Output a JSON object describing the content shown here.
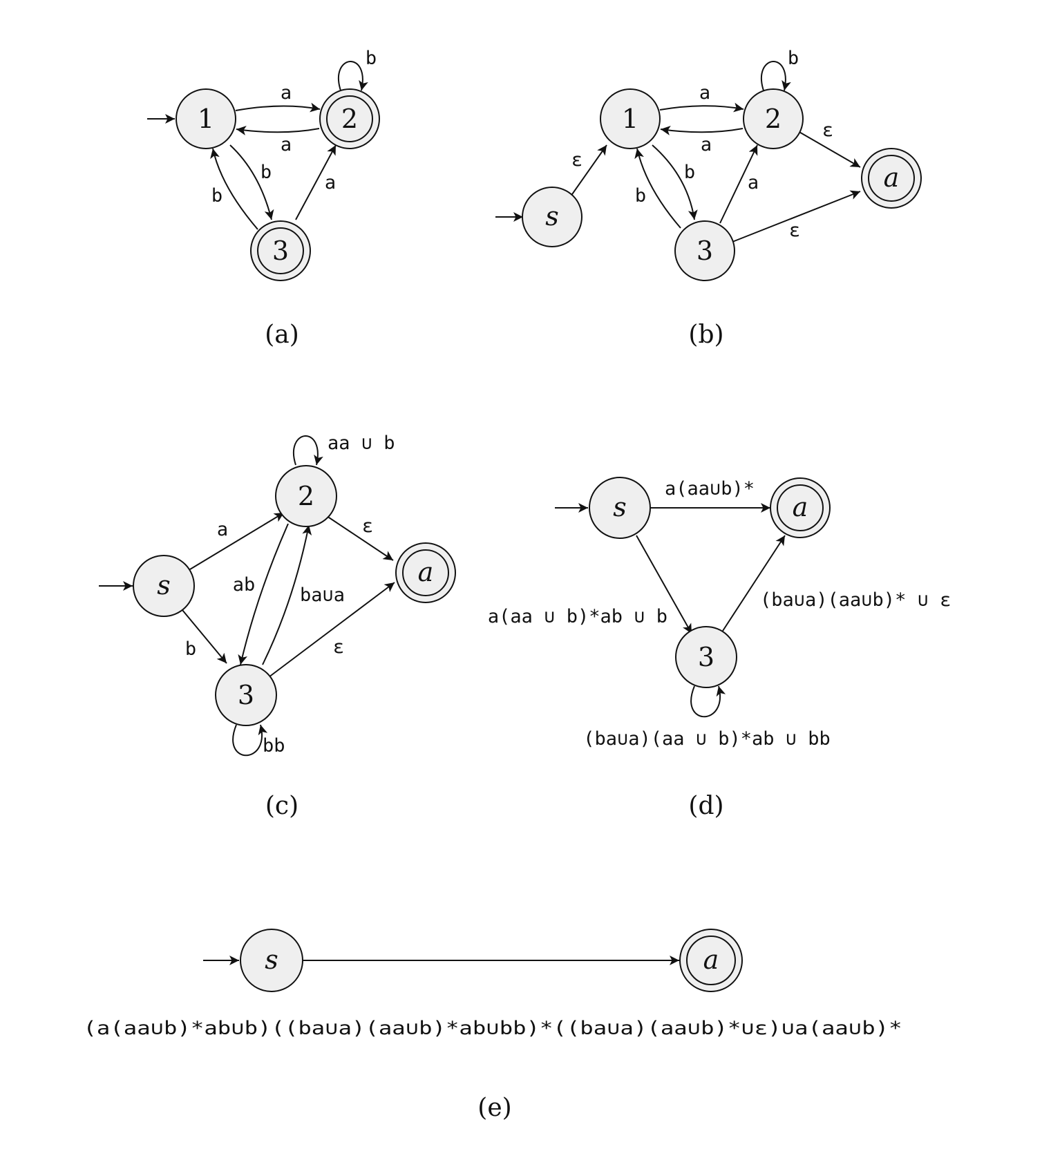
{
  "panels": {
    "a": {
      "caption": "(a)",
      "states": {
        "1": "1",
        "2": "2",
        "3": "3"
      },
      "edges": {
        "e12": "a",
        "e21": "a",
        "e22": "b",
        "e13": "b",
        "e31": "b",
        "e32": "a"
      }
    },
    "b": {
      "caption": "(b)",
      "states": {
        "s": "s",
        "1": "1",
        "2": "2",
        "3": "3",
        "a": "a"
      },
      "edges": {
        "es1": "ε",
        "e12": "a",
        "e21": "a",
        "e22": "b",
        "e13": "b",
        "e31": "b",
        "e32": "a",
        "e2a": "ε",
        "e3a": "ε"
      }
    },
    "c": {
      "caption": "(c)",
      "states": {
        "s": "s",
        "2": "2",
        "3": "3",
        "a": "a"
      },
      "edges": {
        "es2": "a",
        "es3": "b",
        "e22": "aa ∪ b",
        "e23": "ab",
        "e32": "ba∪a",
        "e2a": "ε",
        "e3a": "ε",
        "e33": "bb"
      }
    },
    "d": {
      "caption": "(d)",
      "states": {
        "s": "s",
        "3": "3",
        "a": "a"
      },
      "edges": {
        "esa": "a(aa∪b)*",
        "es3": "a(aa ∪ b)*ab ∪ b",
        "e3a": "(ba∪a)(aa∪b)* ∪ ε",
        "e33": "(ba∪a)(aa ∪ b)*ab ∪ bb"
      }
    },
    "e": {
      "caption": "(e)",
      "states": {
        "s": "s",
        "a": "a"
      },
      "edges": {
        "esa": "(a(aa∪b)*ab∪b)((ba∪a)(aa∪b)*ab∪bb)*((ba∪a)(aa∪b)*∪ε)∪a(aa∪b)*"
      }
    }
  }
}
